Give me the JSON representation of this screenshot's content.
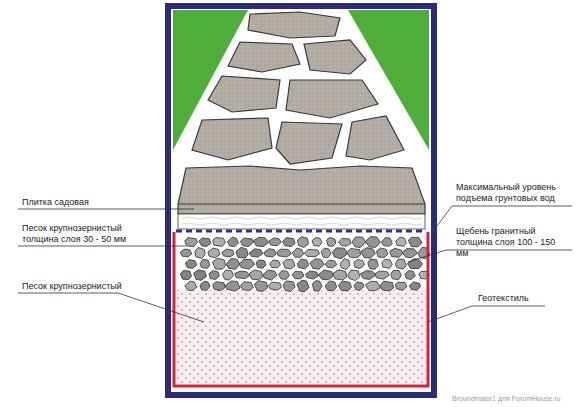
{
  "diagram": {
    "labels": [
      "Плитка садовая",
      "Песок крупнозернистый толщина слоя 30 - 50 мм",
      "Песок крупнозернистый",
      "Максимальный уровень подъема грунтовых вод",
      "Щебень гранитный толщина слоя 100 - 150 мм",
      "Геотекстиль",
      "Broundinator1 для ForumHouse.ru"
    ]
  }
}
